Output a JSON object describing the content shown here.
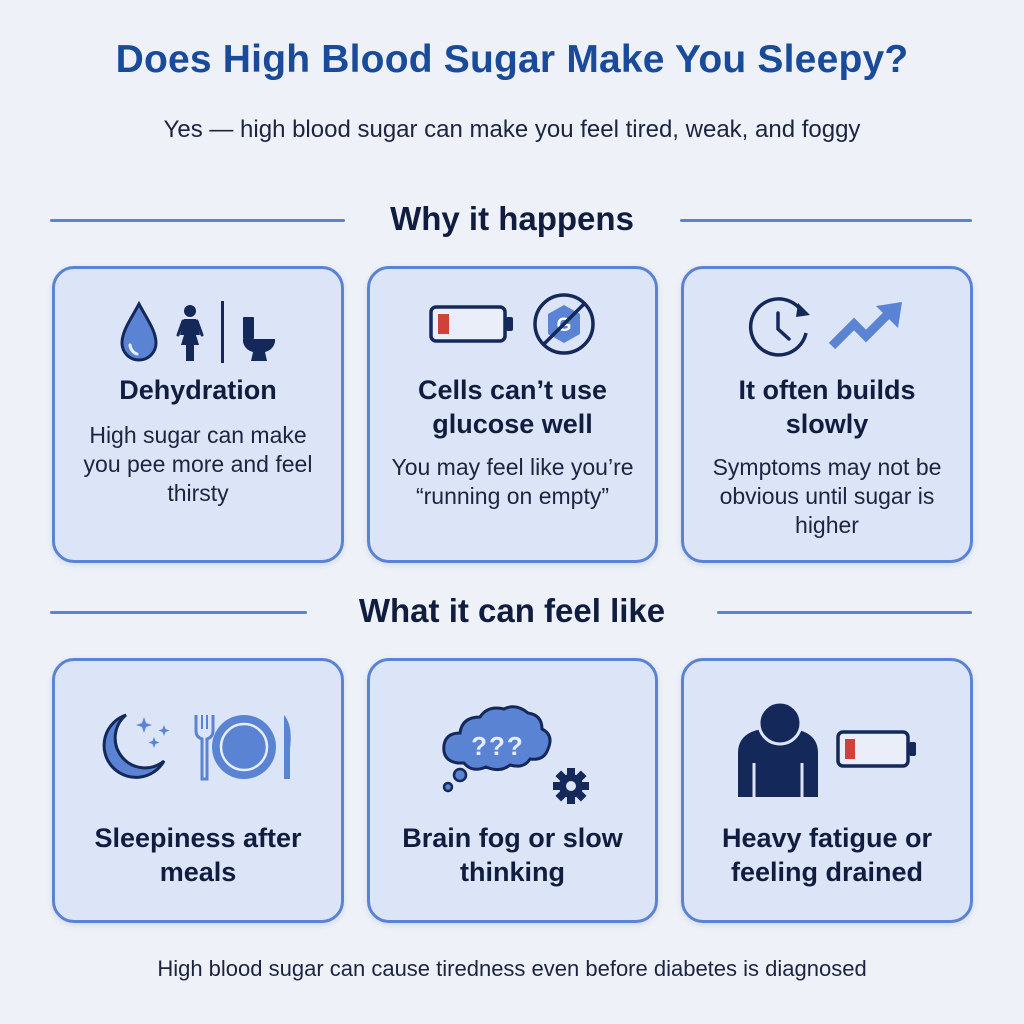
{
  "header": {
    "title": "Does High Blood Sugar Make You Sleepy?",
    "subtitle": "Yes — high blood sugar can make you feel tired, weak, and foggy"
  },
  "sections": [
    {
      "heading": "Why it happens",
      "cards": [
        {
          "title": "Dehydration",
          "description": "High sugar can make you pee more and feel thirsty",
          "icons": [
            "water-drop-icon",
            "restroom-person-icon",
            "toilet-icon"
          ]
        },
        {
          "title": "Cells can’t use glucose well",
          "description": "You may feel like you’re “running on empty”",
          "icons": [
            "low-battery-icon",
            "no-glucose-icon"
          ],
          "glucose_label": "G"
        },
        {
          "title": "It often builds slowly",
          "description": "Symptoms may not be obvious until sugar is higher",
          "icons": [
            "clock-refresh-icon",
            "trend-up-arrow-icon"
          ]
        }
      ]
    },
    {
      "heading": "What it can feel like",
      "cards": [
        {
          "title": "Sleepiness after meals",
          "icons": [
            "moon-stars-icon",
            "fork-plate-knife-icon"
          ]
        },
        {
          "title": "Brain fog or slow thinking",
          "icons": [
            "thought-cloud-question-icon",
            "gear-icon"
          ],
          "cloud_label": "???"
        },
        {
          "title": "Heavy fatigue or feeling drained",
          "icons": [
            "person-icon",
            "low-battery-icon"
          ]
        }
      ]
    }
  ],
  "footer": {
    "note": "High blood sugar can cause tiredness even before diabetes is diagnosed"
  },
  "colors": {
    "background": "#eef1f7",
    "title_blue": "#1a4a9a",
    "accent_blue": "#5b83d4",
    "card_fill": "#dbe5f7",
    "dark_navy": "#14285a",
    "battery_red": "#d0413a"
  }
}
